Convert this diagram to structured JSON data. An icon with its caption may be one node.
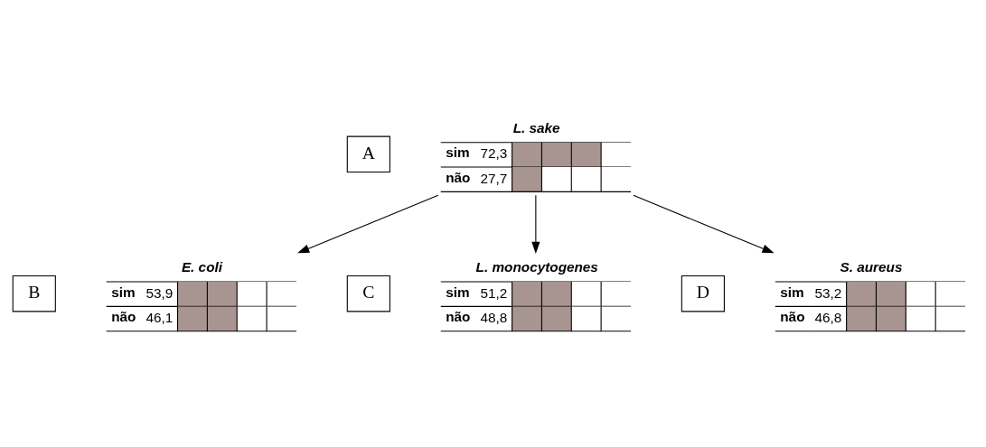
{
  "diagram": {
    "nodes": [
      {
        "text": [
          "A"
        ]
      },
      {
        "text": [
          "L. sake",
          "sim",
          "72,3",
          "não",
          "27,7"
        ]
      },
      {
        "text": [
          "B"
        ]
      },
      {
        "text": [
          "E. coli",
          "sim",
          "53,9",
          "não",
          "46,1"
        ]
      },
      {
        "text": [
          "C"
        ]
      },
      {
        "text": [
          "L. monocytogenes",
          "sim",
          "51,2",
          "não",
          "48,8"
        ]
      },
      {
        "text": [
          "D"
        ]
      },
      {
        "text": [
          "S. aureus",
          "sim",
          "53,2",
          "não",
          "46,8"
        ]
      }
    ],
    "edges": [
      {
        "from": 1,
        "to": 3,
        "arrow": "to"
      },
      {
        "from": 1,
        "to": 7,
        "arrow": "to"
      },
      {
        "from": 1,
        "to": 5,
        "arrow": "to"
      }
    ]
  }
}
